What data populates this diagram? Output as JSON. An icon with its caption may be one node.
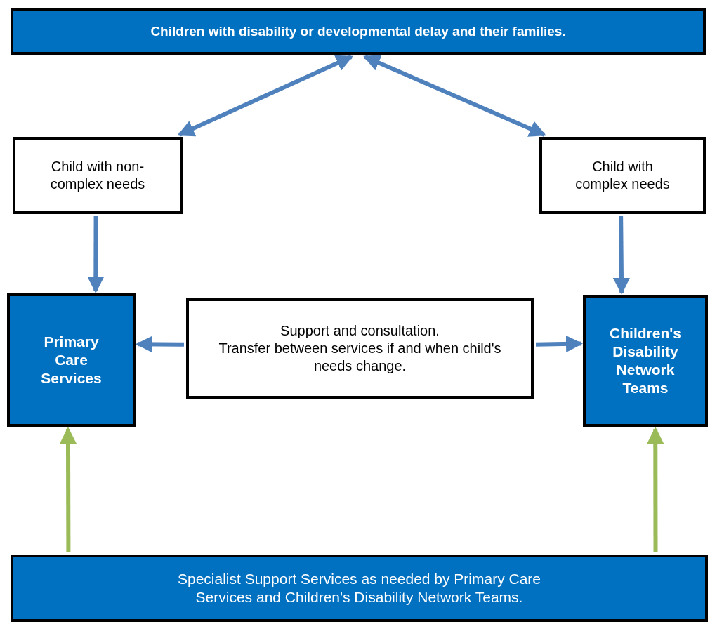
{
  "diagram": {
    "nodes": [
      {
        "text": [
          "Children with disability or developmental delay and their families."
        ]
      },
      {
        "text": [
          "Child with non-complex needs"
        ]
      },
      {
        "text": [
          "Child with complex needs"
        ]
      },
      {
        "text": [
          "Primary Care Services"
        ]
      },
      {
        "text": [
          "Support and consultation.",
          "Transfer between services if and when child's needs change."
        ]
      },
      {
        "text": [
          "Children's Disability Network Teams"
        ]
      },
      {
        "text": [
          "Specialist Support Services as needed by Primary Care Services and Children's Disability Network Teams."
        ]
      }
    ],
    "edges": [
      {
        "from": 0,
        "to": 1,
        "arrow": "both"
      },
      {
        "from": 0,
        "to": 2,
        "arrow": "both"
      },
      {
        "from": 1,
        "to": 3,
        "arrow": "to"
      },
      {
        "from": 2,
        "to": 5,
        "arrow": "to"
      },
      {
        "from": 4,
        "to": 3,
        "arrow": "to"
      },
      {
        "from": 4,
        "to": 5,
        "arrow": "to"
      },
      {
        "from": 6,
        "to": 3,
        "arrow": "to",
        "color": "#9bbb59"
      },
      {
        "from": 6,
        "to": 5,
        "arrow": "to",
        "color": "#9bbb59"
      }
    ]
  }
}
